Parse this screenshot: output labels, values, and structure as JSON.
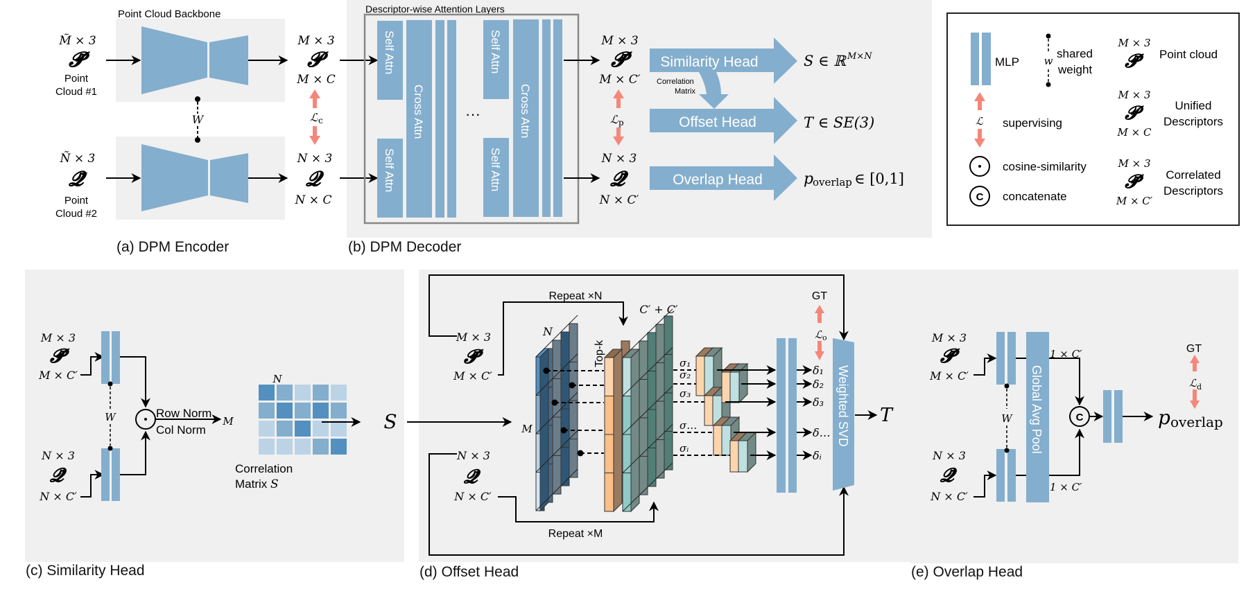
{
  "colors": {
    "block_blue": "#84aecd",
    "panel_bg": "#f0f0f0",
    "loss_arrow": "#f4877a",
    "heat_dark": "#5390c0",
    "heat_mid": "#84aecd",
    "heat_light": "#bcd3e6",
    "orange_light": "#fdd5ad",
    "orange_mid": "#fbbf87",
    "brown": "#9b7a5f",
    "teal_light": "#bfe0e0",
    "teal_mid": "#8fcac6",
    "teal_dark": "#517f77",
    "gray_teal": "#738a86",
    "navy": "#2f5675",
    "slate": "#6c7d8a"
  },
  "encoder": {
    "backbone_label": "Point Cloud Backbone",
    "input1": {
      "dim_top": "M̃ × 3",
      "symbol": "𝓟̃",
      "label_line1": "Point",
      "label_line2": "Cloud #1"
    },
    "input2": {
      "dim_top": "Ñ × 3",
      "symbol": "𝓠̃",
      "label_line1": "Point",
      "label_line2": "Cloud #2"
    },
    "shared_weight": "W",
    "output1": {
      "dim_top": "M × 3",
      "symbol": "𝓟",
      "dim_bottom": "M × C"
    },
    "output2": {
      "dim_top": "N × 3",
      "symbol": "𝓠",
      "dim_bottom": "N × C"
    },
    "loss": "ℒ",
    "loss_sub": "c",
    "caption": "(a) DPM Encoder"
  },
  "decoder": {
    "attention_label": "Descriptor-wise Attention Layers",
    "self_attn": "Self Attn",
    "cross_attn": "Cross Attn",
    "ellipsis": "···",
    "output1": {
      "dim_top": "M × 3",
      "symbol": "𝓟̄",
      "dim_bottom": "M × C′"
    },
    "output2": {
      "dim_top": "N × 3",
      "symbol": "𝓠̄",
      "dim_bottom": "N × C′"
    },
    "loss": "ℒ",
    "loss_sub": "p",
    "heads": [
      {
        "label": "Similarity Head",
        "result": "S ∈ ℝ",
        "result_sup": "M×N"
      },
      {
        "label": "Offset Head",
        "result": "T ∈ SE(3)",
        "result_sup": ""
      },
      {
        "label": "Overlap Head",
        "result": "p",
        "result_sub": "overlap",
        "result_tail": " ∈ [0,1]"
      }
    ],
    "corr_label_line1": "Correlation",
    "corr_label_line2": "Matrix",
    "caption": "(b) DPM Decoder"
  },
  "legend": {
    "mlp": "MLP",
    "shared_weight_sym": "w",
    "shared_line1": "shared",
    "shared_line2": "weight",
    "loss_sym": "ℒ",
    "supervising": "supervising",
    "cosine": "cosine-similarity",
    "concat": "concatenate",
    "concat_sym": "C",
    "pc": {
      "dim_top": "M × 3",
      "symbol": "𝓟̃",
      "label": "Point cloud"
    },
    "ud": {
      "dim_top": "M × 3",
      "symbol": "𝓟",
      "dim_bottom": "M × C",
      "label_line1": "Unified",
      "label_line2": "Descriptors"
    },
    "cd": {
      "dim_top": "M × 3",
      "symbol": "𝓟̄",
      "dim_bottom": "M × C′",
      "label_line1": "Correlated",
      "label_line2": "Descriptors"
    }
  },
  "similarity_head": {
    "in1": {
      "dim_top": "M × 3",
      "symbol": "𝓟̄",
      "dim_bottom": "M × C′"
    },
    "in2": {
      "dim_top": "N × 3",
      "symbol": "𝓠̄",
      "dim_bottom": "N × C′"
    },
    "shared_weight": "W",
    "row_norm": "Row Norm",
    "col_norm": "Col Norm",
    "matrix_rows_label": "M",
    "matrix_cols_label": "N",
    "matrix_caption_line1": "Correlation",
    "matrix_caption_line2": "Matrix ",
    "matrix_caption_sym": "S",
    "output": "S",
    "heatmap_levels": [
      [
        2,
        1,
        0,
        1,
        0
      ],
      [
        1,
        2,
        1,
        2,
        1
      ],
      [
        0,
        1,
        2,
        0,
        0
      ],
      [
        0,
        0,
        0,
        1,
        2
      ]
    ],
    "caption": "(c) Similarity Head"
  },
  "offset_head": {
    "in1": {
      "dim_top": "M × 3",
      "symbol": "𝓟̄",
      "dim_bottom": "M × C′"
    },
    "in2": {
      "dim_top": "N × 3",
      "symbol": "𝓠̄",
      "dim_bottom": "N × C′"
    },
    "repeat_n": "Repeat ×N",
    "repeat_m": "Repeat ×M",
    "feature_dim": "C′ + C′",
    "grid_n": "N",
    "grid_m": "M",
    "topk": "Top-k",
    "sigmas": [
      "σ₁",
      "σ₂",
      "σ₃",
      "σ…",
      "σᵢ"
    ],
    "deltas": [
      "δ₁",
      "δ₂",
      "δ₃",
      "δ…",
      "δᵢ"
    ],
    "gt": "GT",
    "loss": "ℒ",
    "loss_sub": "o",
    "svd": "Weighted SVD",
    "output": "T",
    "caption": "(d) Offset Head"
  },
  "overlap_head": {
    "in1": {
      "dim_top": "M × 3",
      "symbol": "𝓟̄",
      "dim_bottom": "M × C′"
    },
    "in2": {
      "dim_top": "N × 3",
      "symbol": "𝓠̄",
      "dim_bottom": "N × C′"
    },
    "shared_weight": "W",
    "pool": "Global Avg Pool",
    "dim1": "1 × C′",
    "dim2": "1 × C′",
    "concat_sym": "C",
    "gt": "GT",
    "loss": "ℒ",
    "loss_sub": "d",
    "output": "p",
    "output_sub": "overlap",
    "caption": "(e) Overlap Head"
  }
}
